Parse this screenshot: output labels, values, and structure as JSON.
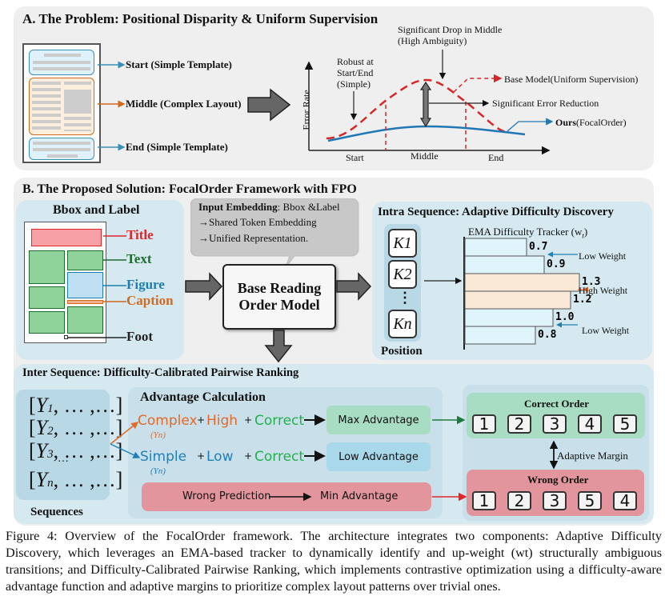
{
  "section_a": {
    "title": "A. The Problem: Positional Disparity & Uniform Supervision",
    "doc_regions": [
      {
        "label": "Start (Simple Template)",
        "type": "simple",
        "color": "#3a8fb7"
      },
      {
        "label": "Middle (Complex Layout)",
        "type": "complex",
        "color": "#d2691e"
      },
      {
        "label": "End (Simple Template)",
        "type": "simple",
        "color": "#3a8fb7"
      }
    ],
    "plot": {
      "y_axis_label": "Error Rate",
      "x_ticks": [
        "Start",
        "Middle",
        "End"
      ],
      "annotation_top": [
        "Significant Drop in Middle",
        "(High Ambiguity)"
      ],
      "annotation_left": [
        "Robust at",
        "Start/End",
        "(Simple)"
      ],
      "legend_base": "Base Model(Uniform Supervision)",
      "legend_reduction": "Significant Error Reduction",
      "legend_ours_bold": "Ours",
      "legend_ours_rest": "(FocalOrder)",
      "colors": {
        "base": "#d62728",
        "ours": "#1f77b4"
      }
    }
  },
  "section_b": {
    "title": "B. The Proposed Solution: FocalOrder Framework with FPO",
    "bbox_panel": {
      "title": "Bbox and Label",
      "labels": [
        {
          "text": "Title",
          "color": "#e0262b"
        },
        {
          "text": "Text",
          "color": "#1e6b2e"
        },
        {
          "text": "Figure",
          "color": "#1a7fb0"
        },
        {
          "text": "Caption",
          "color": "#d2691e"
        },
        {
          "text": "Foot",
          "color": "#222222"
        }
      ]
    },
    "embedding_bubble": {
      "bold": "Input Embedding",
      "rest": ": Bbox &Label",
      "line2": "→Shared Token Embedding",
      "line3": "→Unified Representation."
    },
    "model_box": {
      "line1": "Base Reading",
      "line2": "Order Model"
    },
    "intra": {
      "title": "Intra Sequence: Adaptive Difficulty Discovery",
      "positions": [
        "K1",
        "K2",
        "⋮",
        "Kn"
      ],
      "position_label": "Position",
      "tracker_title": "EMA Difficulty Tracker (w",
      "tracker_sub": "t",
      "weights": [
        0.7,
        0.9,
        1.3,
        1.2,
        1.0,
        0.8
      ],
      "weight_labels": [
        "0.7",
        "0.9",
        "1.3",
        "1.2",
        "1.0",
        "0.8"
      ],
      "annotations": [
        "Low Weight",
        "High Weight",
        "Low Weight"
      ]
    },
    "inter": {
      "title": "Inter Sequence: Difficulty-Calibrated Pairwise Ranking",
      "sequences": [
        "Y1",
        "Y2",
        "Y3",
        "…",
        "Yn"
      ],
      "sequence_tail": ", … ,…]",
      "sequences_label": "Sequences",
      "advantage": {
        "title": "Advantage Calculation",
        "row1": {
          "w1": "Complex",
          "w2": "High",
          "w3": "Correct",
          "sub": "(Yn)",
          "result": "Max Advantage"
        },
        "row2": {
          "w1": "Simple",
          "w2": "Low",
          "w3": "Correct",
          "sub": "(Yn)",
          "result": "Low Advantage"
        },
        "row3": {
          "left": "Wrong Prediction",
          "right": "Min Advantage"
        },
        "plus": "+"
      },
      "correct_order": {
        "title": "Correct Order",
        "items": [
          "1",
          "2",
          "3",
          "4",
          "5"
        ]
      },
      "margin_label": "Adaptive Margin",
      "wrong_order": {
        "title": "Wrong Order",
        "items": [
          "1",
          "2",
          "3",
          "5",
          "4"
        ]
      }
    }
  },
  "caption": "Figure 4: Overview of the FocalOrder framework. The architecture integrates two components: Adaptive Difficulty Discovery, which leverages an EMA-based tracker to dynamically identify and up-weight (wt) structurally ambiguous transitions; and Difficulty-Calibrated Pairwise Ranking, which implements contrastive optimization using a difficulty-aware advantage function and adaptive margins to prioritize complex layout patterns over trivial ones."
}
